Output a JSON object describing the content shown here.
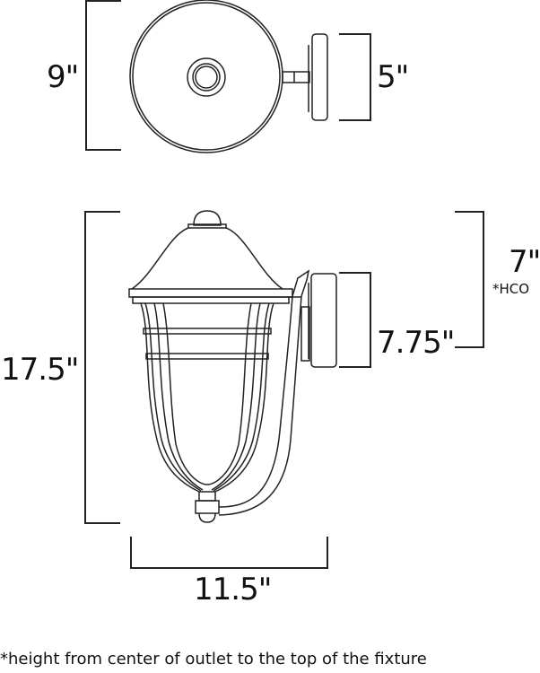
{
  "diagram": {
    "type": "product dimension drawing",
    "subject": "outdoor wall lantern",
    "top_view": {
      "depth_label": "9\"",
      "backplate_width_label": "5\""
    },
    "front_view": {
      "height_label": "17.5\"",
      "width_label": "11.5\"",
      "backplate_height_label": "7.75\"",
      "hco_label": "7\"",
      "hco_note": "*HCO"
    },
    "footnote": "*height from center of outlet to the top of the fixture",
    "colors": {
      "line": "#222222",
      "background": "#ffffff"
    }
  }
}
